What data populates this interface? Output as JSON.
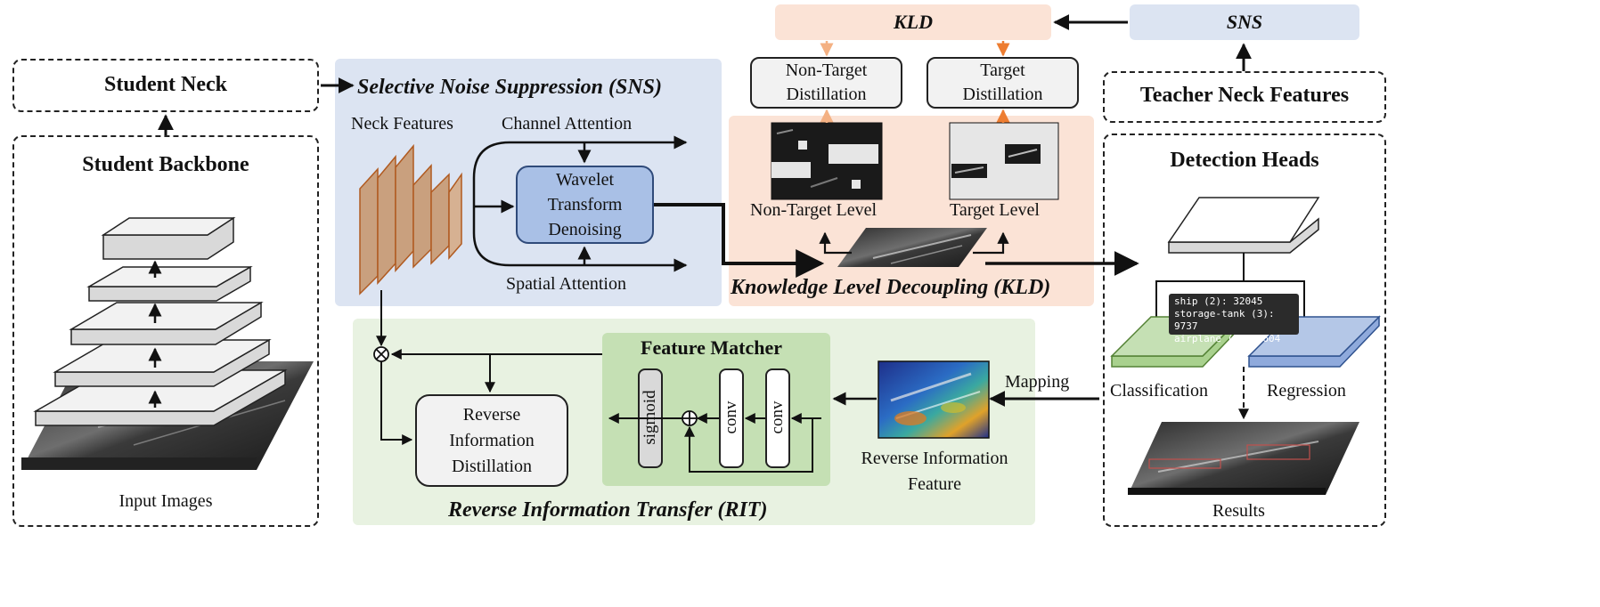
{
  "student_neck": "Student Neck",
  "student_backbone": "Student Backbone",
  "input_images": "Input Images",
  "sns": {
    "title": "Selective Noise Suppression (SNS)",
    "neck_features": "Neck Features",
    "channel_attention": "Channel Attention",
    "spatial_attention": "Spatial Attention",
    "wavelet": [
      "Wavelet",
      "Transform",
      "Denoising"
    ]
  },
  "kld_box": "KLD",
  "sns_box": "SNS",
  "kld": {
    "title": "Knowledge Level Decoupling (KLD)",
    "non_target_distillation": [
      "Non-Target",
      "Distillation"
    ],
    "target_distillation": [
      "Target",
      "Distillation"
    ],
    "non_target_level": "Non-Target Level",
    "target_level": "Target Level"
  },
  "teacher_neck": "Teacher Neck Features",
  "detection_heads": "Detection Heads",
  "tooltip": [
    "ship (2): 32045",
    "storage-tank (3): 9737",
    "airplane (1): 5604"
  ],
  "classification": "Classification",
  "regression": "Regression",
  "results": "Results",
  "rit": {
    "title": "Reverse Information Transfer (RIT)",
    "feature_matcher": "Feature Matcher",
    "sigmoid": "sigmoid",
    "conv1": "conv",
    "conv2": "conv",
    "reverse_distillation": [
      "Reverse",
      "Information",
      "Distillation"
    ],
    "reverse_feature": [
      "Reverse Information",
      "Feature"
    ],
    "mapping": "Mapping"
  },
  "colors": {
    "sns_bg": "#dce4f2",
    "kld_bg": "#fbe3d6",
    "rit_bg": "#e8f2e1",
    "matcher_bg": "#c5e0b4",
    "wavelet_fill": "#a9c0e6",
    "neck_feature": "#c9a07e",
    "classification": "#c5e0b4",
    "regression": "#b4c7e7"
  }
}
